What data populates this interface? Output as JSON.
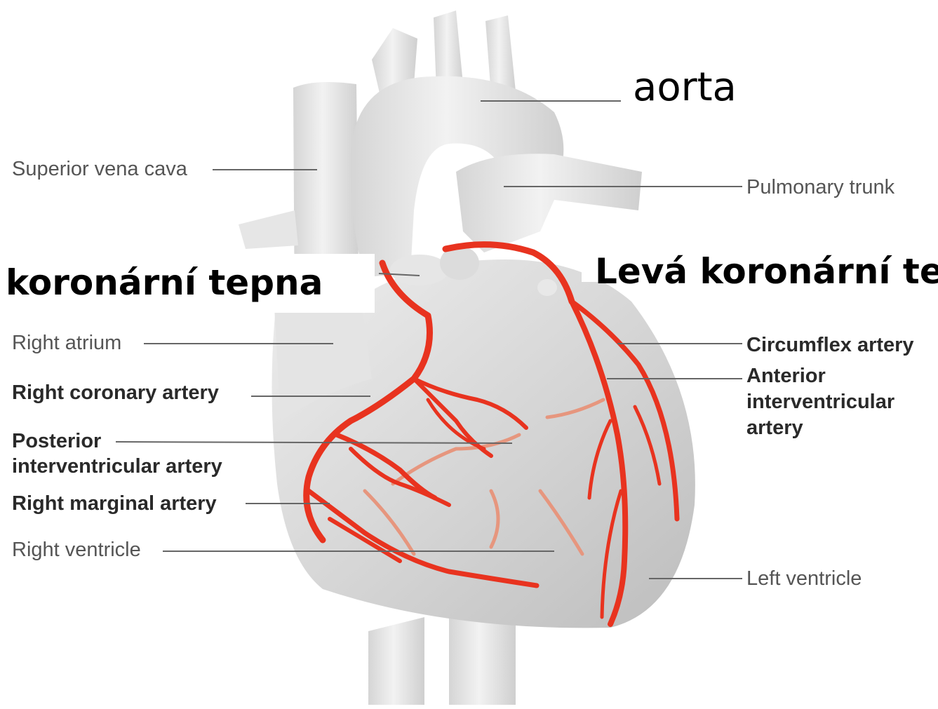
{
  "labels": {
    "aorta": "aorta",
    "right_coronary_overlay": "koronární tepna",
    "left_coronary_overlay": "Levá koronární tep",
    "superior_vena_cava": "Superior vena cava",
    "pulmonary_trunk": "Pulmonary trunk",
    "right_atrium": "Right atrium",
    "right_coronary_artery": "Right coronary artery",
    "posterior_interventricular_line1": "Posterior",
    "posterior_interventricular_line2": "interventricular artery",
    "right_marginal_artery": "Right marginal artery",
    "right_ventricle": "Right ventricle",
    "circumflex_artery": "Circumflex artery",
    "anterior_interventricular_line1": "Anterior",
    "anterior_interventricular_line2": "interventricular",
    "anterior_interventricular_line3": "artery",
    "left_ventricle": "Left ventricle"
  },
  "colors": {
    "artery": "#e8331f",
    "artery_faint": "#e6967e",
    "heart_body": "#d6d6d6",
    "vessel": "#e2e2e2",
    "leader_line": "#666666"
  }
}
